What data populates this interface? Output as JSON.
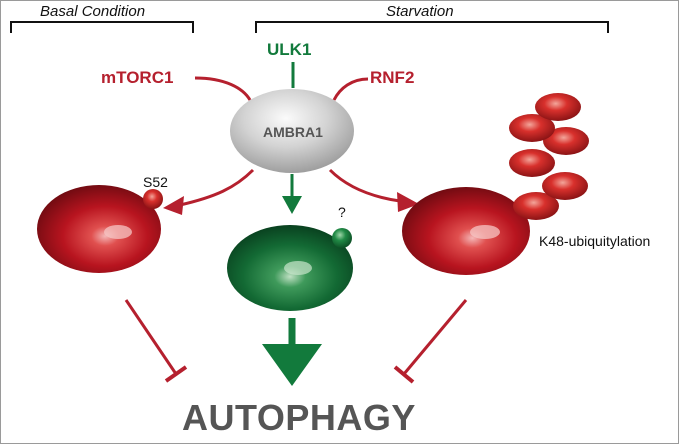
{
  "header": {
    "left_label": "Basal Condition",
    "right_label": "Starvation"
  },
  "regulators": {
    "ulk1": "ULK1",
    "mtorc1": "mTORC1",
    "rnf2": "RNF2"
  },
  "center": {
    "label": "AMBRA1"
  },
  "modifications": {
    "phospho_site": "S52",
    "unknown_site": "?",
    "ubiquitylation": "K48-ubiquitylation"
  },
  "outcome": {
    "label": "AUTOPHAGY"
  },
  "colors": {
    "red": "#b5202e",
    "green": "#127a3c",
    "ambra_gray": "#b9b9b9",
    "text_gray": "#555555"
  }
}
